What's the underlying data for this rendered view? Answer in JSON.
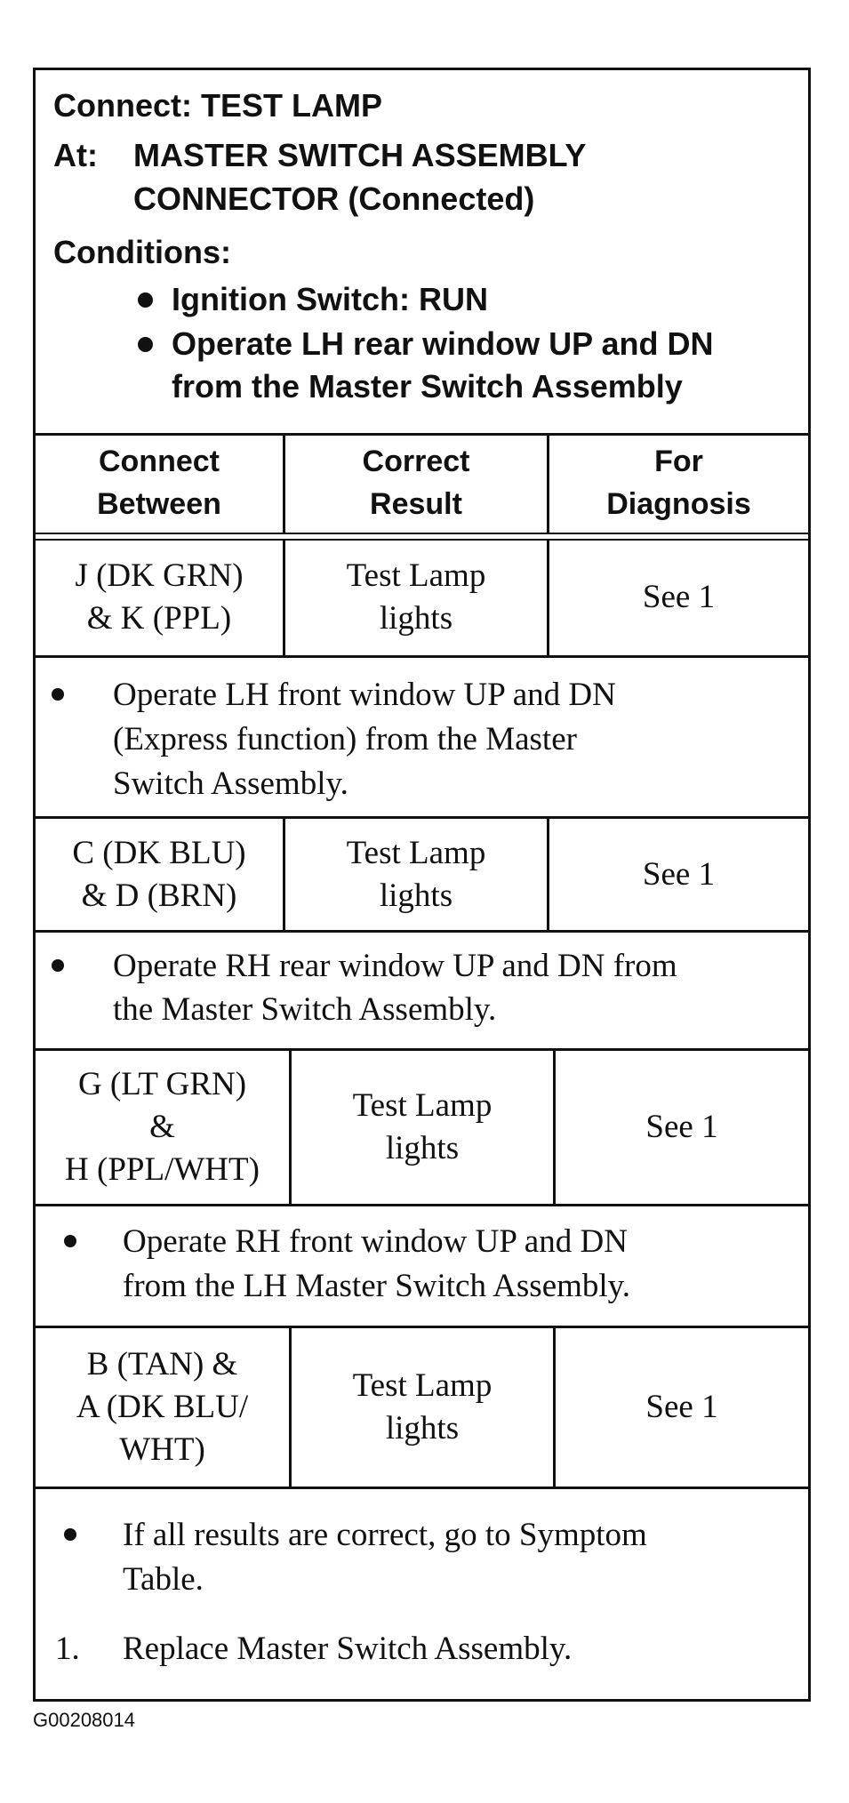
{
  "header": {
    "connect_label": "Connect: TEST LAMP",
    "at_label": "At:",
    "at_value_line1": "MASTER SWITCH ASSEMBLY",
    "at_value_line2": "CONNECTOR (Connected)",
    "conditions_label": "Conditions:",
    "conditions": [
      "Ignition Switch: RUN",
      "Operate LH rear window UP and DN",
      "from the Master Switch Assembly"
    ]
  },
  "columns": {
    "connect_between": [
      "Connect",
      "Between"
    ],
    "correct_result": [
      "Correct",
      "Result"
    ],
    "for_diagnosis": [
      "For",
      "Diagnosis"
    ]
  },
  "rows": [
    {
      "connect": [
        "J (DK GRN)",
        "& K (PPL)"
      ],
      "result": [
        "Test Lamp",
        "lights"
      ],
      "diagnosis": "See 1"
    },
    {
      "connect": [
        "C (DK BLU)",
        "& D (BRN)"
      ],
      "result": [
        "Test Lamp",
        "lights"
      ],
      "diagnosis": "See 1"
    },
    {
      "connect": [
        "G (LT GRN)",
        "&",
        "H (PPL/WHT)"
      ],
      "result": [
        "Test Lamp",
        "lights"
      ],
      "diagnosis": "See 1"
    },
    {
      "connect": [
        "B (TAN) &",
        "A (DK BLU/",
        "WHT)"
      ],
      "result": [
        "Test Lamp",
        "lights"
      ],
      "diagnosis": "See 1"
    }
  ],
  "notes": {
    "front_lh": [
      "Operate LH front window UP and DN",
      "(Express function) from the Master",
      "Switch Assembly."
    ],
    "rear_rh": [
      "Operate RH rear window UP and DN from",
      "the Master Switch Assembly."
    ],
    "front_rh": [
      "Operate RH front window UP and DN",
      "from the LH Master Switch Assembly."
    ],
    "final": [
      "If all results are correct, go to Symptom",
      "Table."
    ],
    "numbered_marker": "1.",
    "numbered_text": "Replace Master Switch Assembly."
  },
  "figure_code": "G00208014"
}
